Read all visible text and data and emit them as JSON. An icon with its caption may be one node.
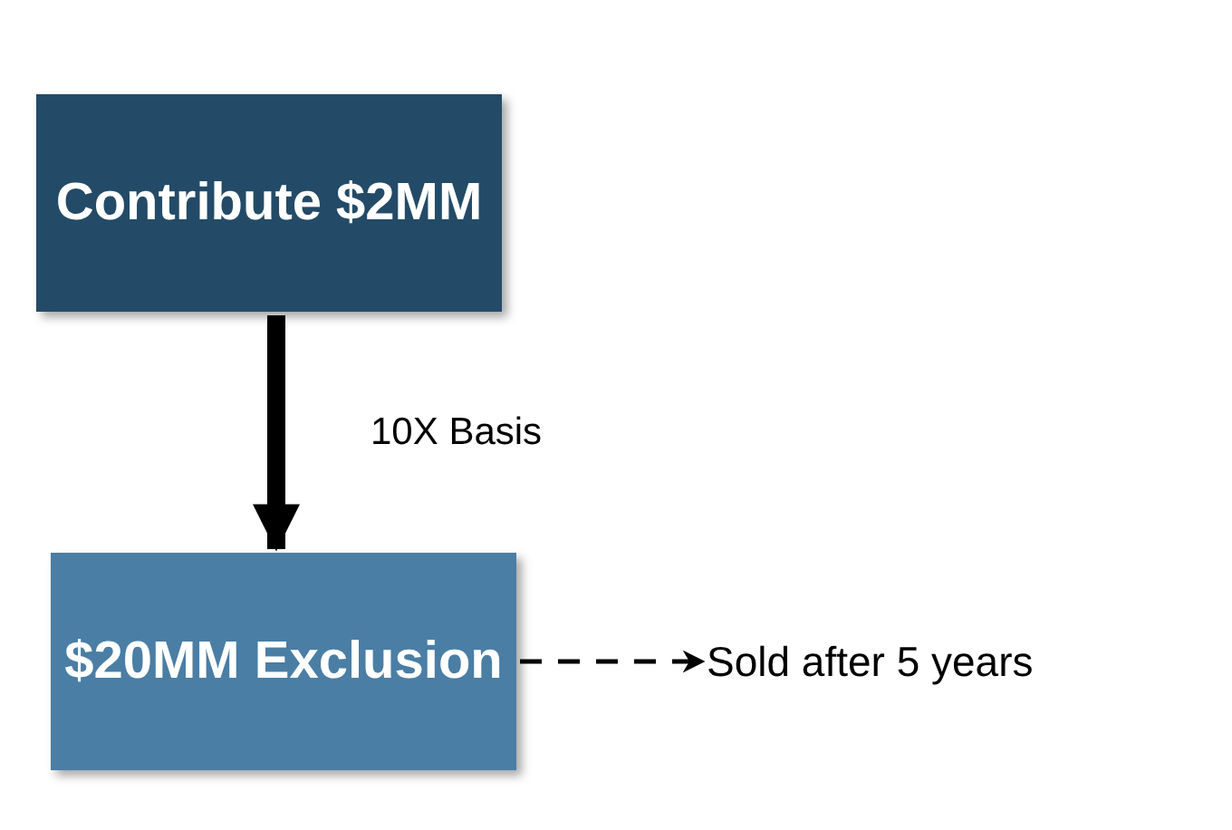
{
  "diagram": {
    "nodes": [
      {
        "text": [
          "Contribute $2MM"
        ]
      },
      {
        "text": [
          "$20MM Exclusion"
        ]
      },
      {
        "text": [
          "Sold after 5 years"
        ]
      }
    ],
    "edges": [
      {
        "from": 0,
        "to": 1,
        "arrow": "to",
        "label": "10X Basis",
        "style": "thick"
      },
      {
        "from": 1,
        "to": 2,
        "arrow": "to",
        "style": "dashed"
      }
    ]
  }
}
